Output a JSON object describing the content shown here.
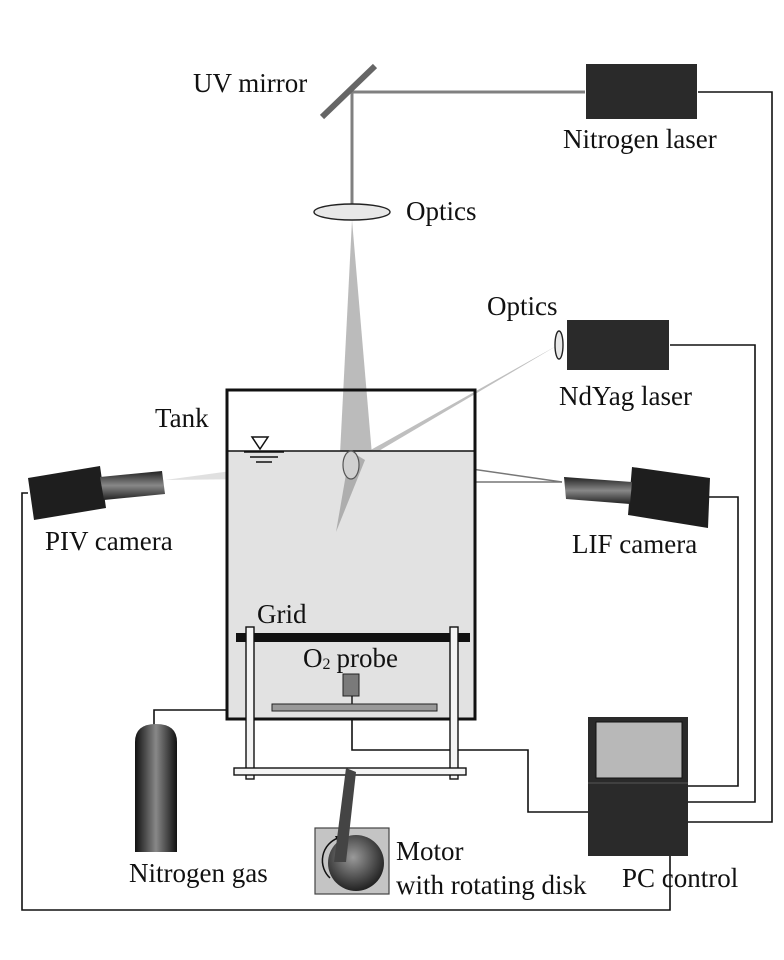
{
  "labels": {
    "uv_mirror": "UV mirror",
    "nitrogen_laser": "Nitrogen laser",
    "optics_top": "Optics",
    "optics_side": "Optics",
    "ndyag_laser": "NdYag laser",
    "tank": "Tank",
    "piv_camera": "PIV camera",
    "lif_camera": "LIF camera",
    "grid": "Grid",
    "o2_probe_o": "O",
    "o2_probe_sub": "2",
    "o2_probe_rest": "probe",
    "nitrogen_gas": "Nitrogen gas",
    "motor_line1": "Motor",
    "motor_line2": "with rotating disk",
    "pc_control": "PC control"
  },
  "colors": {
    "device_fill": "#2a2a2a",
    "tank_water": "#e2e2e2",
    "beam": "#b4b4b4",
    "line": "#111111"
  }
}
